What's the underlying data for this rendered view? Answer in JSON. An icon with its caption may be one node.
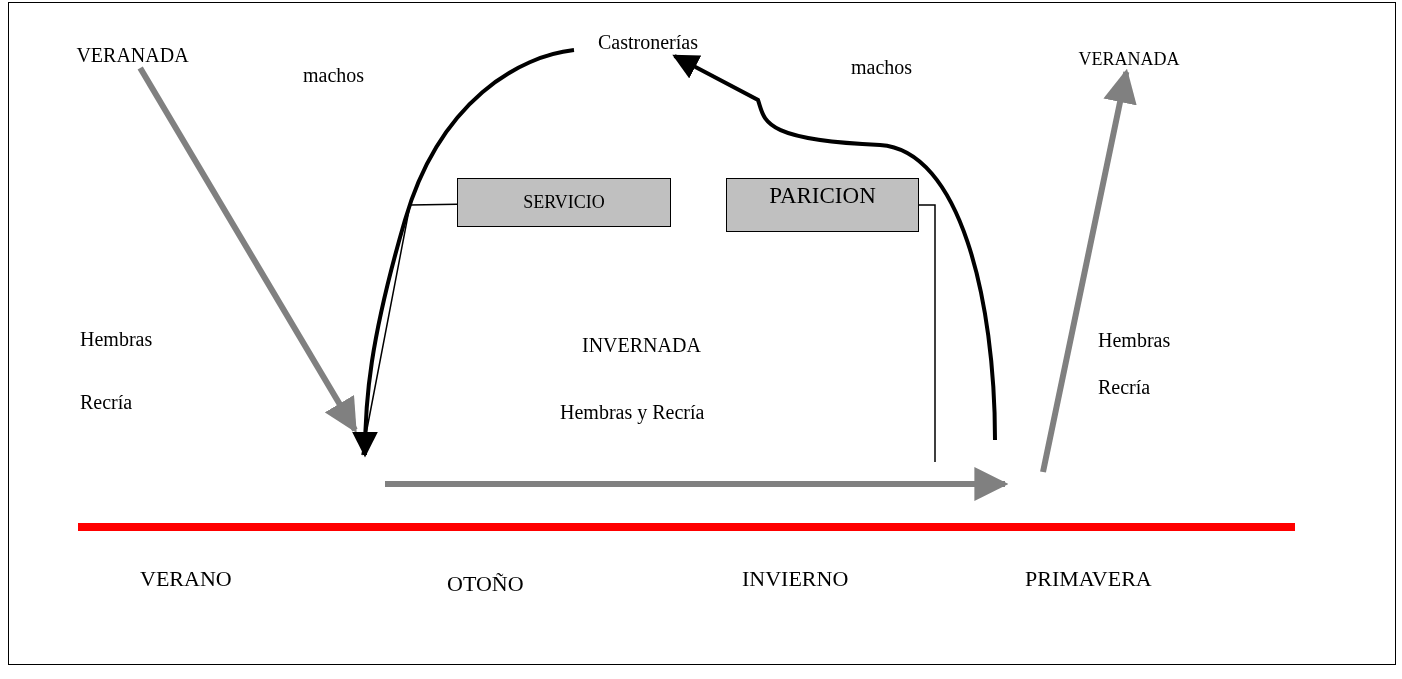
{
  "diagram": {
    "nodes": [
      {
        "text": [
          "VERANADA"
        ]
      },
      {
        "text": [
          "Castronerías"
        ]
      },
      {
        "text": [
          "VERANADA"
        ]
      },
      {
        "text": [
          "SERVICIO"
        ]
      },
      {
        "text": [
          "PARICION"
        ]
      }
    ],
    "edges": [
      {
        "from": 0,
        "to": null,
        "arrow": "to",
        "color": "#808080"
      },
      {
        "from": 1,
        "to": null,
        "arrow": "to",
        "label": "machos"
      },
      {
        "from": 3,
        "to": null,
        "arrow": "none"
      },
      {
        "from": null,
        "to": 1,
        "arrow": "to",
        "label": "machos"
      },
      {
        "from": 4,
        "to": null,
        "arrow": "none"
      },
      {
        "from": null,
        "to": 2,
        "arrow": "to",
        "color": "#808080"
      }
    ],
    "labels": [
      "Hembras",
      "Recría",
      "INVERNADA",
      "Hembras y Recría",
      "Hembras",
      "Recría",
      "VERANO",
      "OTOÑO",
      "INVIERNO",
      "PRIMAVERA"
    ]
  }
}
